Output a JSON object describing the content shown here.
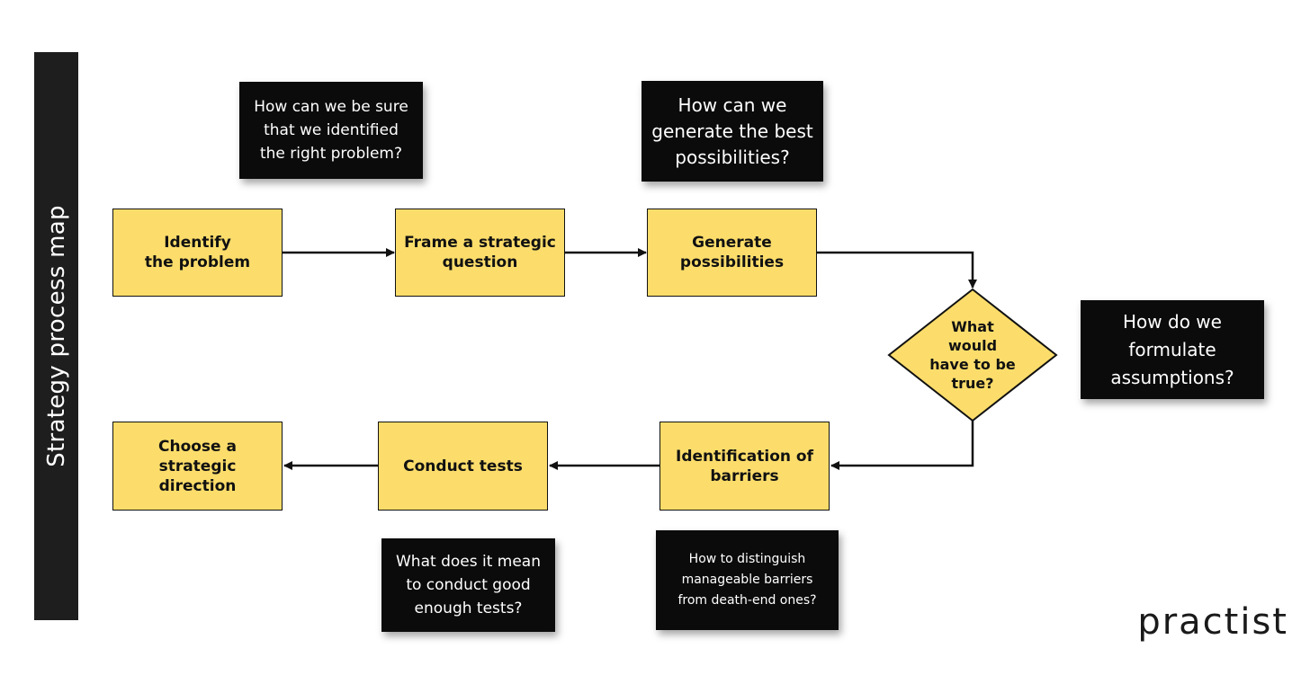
{
  "sidebar": {
    "title": "Strategy process map"
  },
  "steps": {
    "identify": "Identify\nthe problem",
    "frame": "Frame a strategic\nquestion",
    "generate": "Generate\npossibilities",
    "decision": "What\nwould\nhave to be\ntrue?",
    "barriers": "Identification of\nbarriers",
    "tests": "Conduct tests",
    "direction": "Choose a strategic\ndirection"
  },
  "notes": {
    "problem": "How can we be sure\nthat we identified\nthe right problem?",
    "possibilities": "How can we\ngenerate the best\npossibilities?",
    "assumptions": "How do we\nformulate\nassumptions?",
    "tests": "What does it mean\nto conduct good\nenough tests?",
    "barriers": "How to distinguish\nmanageable barriers\nfrom death-end ones?"
  },
  "brand": {
    "logo": "practist"
  },
  "colors": {
    "box_fill": "#fcdd6b",
    "note_fill": "#0b0b0b",
    "sidebar": "#1e1e1e",
    "line": "#111111"
  }
}
